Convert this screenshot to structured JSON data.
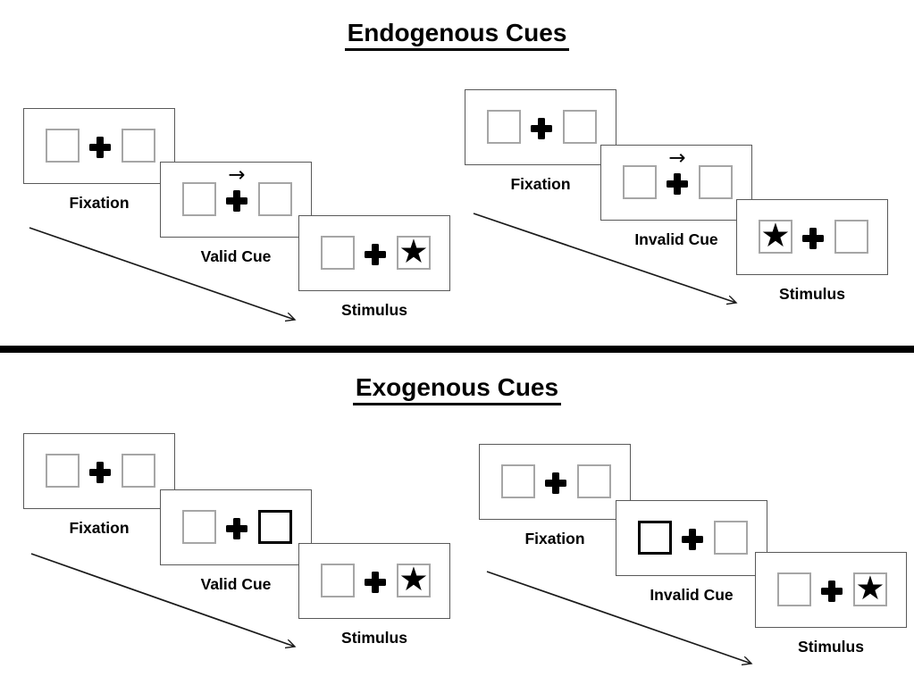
{
  "figure": {
    "colors": {
      "divider": "#000000",
      "panel_border": "#595959",
      "box_border": "#a6a6a6",
      "bold_box_border": "#000000",
      "arrow": "#1a1a1a"
    }
  },
  "glyphs": {
    "star": "★",
    "cue_arrow": "→",
    "fixation_cross": "+"
  },
  "sections": [
    {
      "id": "endogenous",
      "title": "Endogenous Cues",
      "sequences": [
        {
          "id": "valid",
          "panels": [
            {
              "label": "Fixation",
              "left_box": "plain",
              "right_box": "plain",
              "central_arrow": false,
              "bold_box": null,
              "star": null
            },
            {
              "label": "Valid Cue",
              "left_box": "plain",
              "right_box": "plain",
              "central_arrow": true,
              "bold_box": null,
              "star": null
            },
            {
              "label": "Stimulus",
              "left_box": "plain",
              "right_box": "plain",
              "central_arrow": false,
              "bold_box": null,
              "star": "right"
            }
          ]
        },
        {
          "id": "invalid",
          "panels": [
            {
              "label": "Fixation",
              "left_box": "plain",
              "right_box": "plain",
              "central_arrow": false,
              "bold_box": null,
              "star": null
            },
            {
              "label": "Invalid Cue",
              "left_box": "plain",
              "right_box": "plain",
              "central_arrow": true,
              "bold_box": null,
              "star": null
            },
            {
              "label": "Stimulus",
              "left_box": "plain",
              "right_box": "plain",
              "central_arrow": false,
              "bold_box": null,
              "star": "left"
            }
          ]
        }
      ]
    },
    {
      "id": "exogenous",
      "title": "Exogenous Cues",
      "sequences": [
        {
          "id": "valid",
          "panels": [
            {
              "label": "Fixation",
              "left_box": "plain",
              "right_box": "plain",
              "central_arrow": false,
              "bold_box": null,
              "star": null
            },
            {
              "label": "Valid Cue",
              "left_box": "plain",
              "right_box": "bold",
              "central_arrow": false,
              "bold_box": "right",
              "star": null
            },
            {
              "label": "Stimulus",
              "left_box": "plain",
              "right_box": "plain",
              "central_arrow": false,
              "bold_box": null,
              "star": "right"
            }
          ]
        },
        {
          "id": "invalid",
          "panels": [
            {
              "label": "Fixation",
              "left_box": "plain",
              "right_box": "plain",
              "central_arrow": false,
              "bold_box": null,
              "star": null
            },
            {
              "label": "Invalid Cue",
              "left_box": "bold",
              "right_box": "plain",
              "central_arrow": false,
              "bold_box": "left",
              "star": null
            },
            {
              "label": "Stimulus",
              "left_box": "plain",
              "right_box": "plain",
              "central_arrow": false,
              "bold_box": null,
              "star": "right"
            }
          ]
        }
      ]
    }
  ]
}
